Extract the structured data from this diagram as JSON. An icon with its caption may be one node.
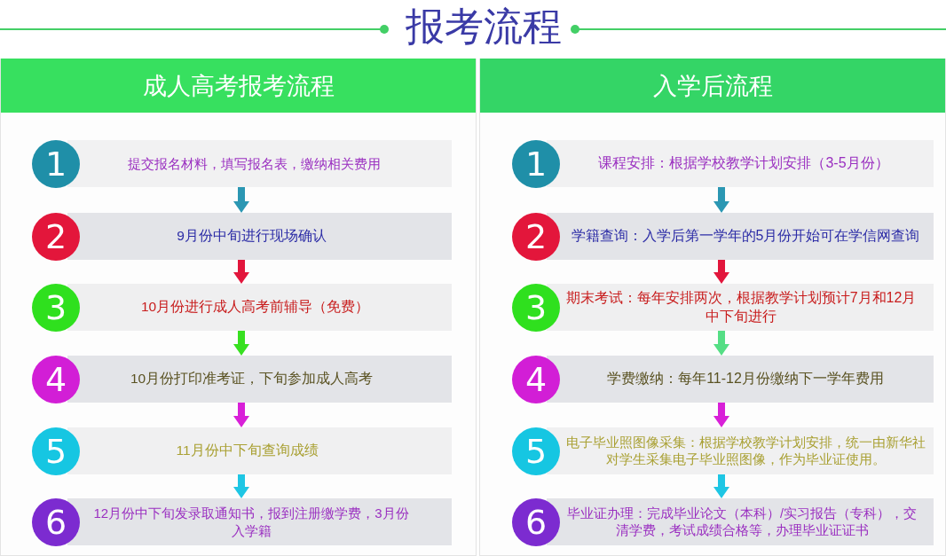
{
  "diagram": {
    "title": "报考流程",
    "nodes": [
      {
        "text": [
          "成人高考报考流程"
        ]
      },
      {
        "text": [
          "1"
        ],
        "in": 0
      },
      {
        "text": [
          "提交报名材料，填写报名表，缴纳相关费用"
        ],
        "in": 0
      },
      {
        "text": [
          "2"
        ],
        "in": 0
      },
      {
        "text": [
          "9月份中旬进行现场确认"
        ],
        "in": 0
      },
      {
        "text": [
          "3"
        ],
        "in": 0
      },
      {
        "text": [
          "10月份进行成人高考前辅导（免费）"
        ],
        "in": 0
      },
      {
        "text": [
          "4"
        ],
        "in": 0
      },
      {
        "text": [
          "10月份打印准考证，下旬参加成人高考"
        ],
        "in": 0
      },
      {
        "text": [
          "5"
        ],
        "in": 0
      },
      {
        "text": [
          "11月份中下旬查询成绩"
        ],
        "in": 0
      },
      {
        "text": [
          "6"
        ],
        "in": 0
      },
      {
        "text": [
          "12月份中下旬发录取通知书，报到注册缴学费，3月份入学籍"
        ],
        "in": 0
      },
      {
        "text": [
          "入学后流程"
        ]
      },
      {
        "text": [
          "1"
        ],
        "in": 13
      },
      {
        "text": [
          "课程安排：根据学校教学计划安排（3-5月份）"
        ],
        "in": 13
      },
      {
        "text": [
          "2"
        ],
        "in": 13
      },
      {
        "text": [
          "学籍查询：入学后第一学年的5月份开始可在学信网查询"
        ],
        "in": 13
      },
      {
        "text": [
          "3"
        ],
        "in": 13
      },
      {
        "text": [
          "期末考试：每年安排两次，根据教学计划预计7月和12月中下旬进行"
        ],
        "in": 13
      },
      {
        "text": [
          "4"
        ],
        "in": 13
      },
      {
        "text": [
          "学费缴纳：每年11-12月份缴纳下一学年费用"
        ],
        "in": 13
      },
      {
        "text": [
          "5"
        ],
        "in": 13
      },
      {
        "text": [
          "电子毕业照图像采集：根据学校教学计划安排，统一由新华社对学生采集电子毕业照图像，作为毕业证使用。"
        ],
        "in": 13
      },
      {
        "text": [
          "6"
        ],
        "in": 13
      },
      {
        "text": [
          "毕业证办理：完成毕业论文（本科）/实习报告（专科），交清学费，考试成绩合格等，办理毕业证证书"
        ],
        "in": 13
      }
    ],
    "edges": [
      {
        "from": 2,
        "to": 4,
        "arrow": "to",
        "color": "#2b97b3"
      },
      {
        "from": 4,
        "to": 6,
        "arrow": "to",
        "color": "#e2163c"
      },
      {
        "from": 6,
        "to": 8,
        "arrow": "to",
        "color": "#38e021"
      },
      {
        "from": 8,
        "to": 10,
        "arrow": "to",
        "color": "#d820d8"
      },
      {
        "from": 10,
        "to": 12,
        "arrow": "to",
        "color": "#1ec6e4"
      },
      {
        "from": 15,
        "to": 17,
        "arrow": "to",
        "color": "#2b97b3"
      },
      {
        "from": 17,
        "to": 19,
        "arrow": "to",
        "color": "#e2163c"
      },
      {
        "from": 19,
        "to": 21,
        "arrow": "to",
        "color": "#55de85"
      },
      {
        "from": 21,
        "to": 23,
        "arrow": "to",
        "color": "#d820d8"
      },
      {
        "from": 23,
        "to": 25,
        "arrow": "to",
        "color": "#1ec6e4"
      }
    ]
  }
}
